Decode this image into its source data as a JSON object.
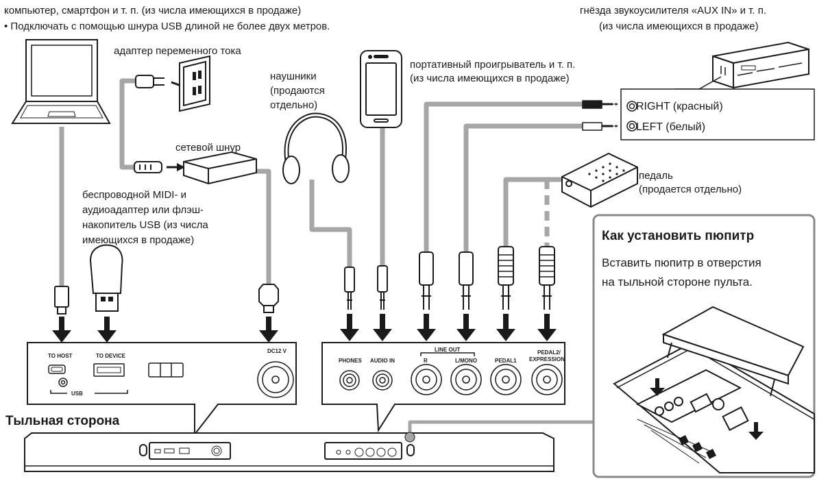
{
  "header": {
    "left_line1": "компьютер, смартфон и т. п. (из числа имеющихся в продаже)",
    "left_line2": "• Подключать с помощью шнура USB длиной не более двух метров.",
    "right_line1": "гнёзда звукоусилителя «AUX IN» и т. п.",
    "right_line2": "(из числа имеющихся в продаже)"
  },
  "labels": {
    "ac_adapter": "адаптер переменного тока",
    "power_cord": "сетевой шнур",
    "headphones": [
      "наушники",
      "(продаются",
      "отдельно)"
    ],
    "portable_player": [
      "портативный проигрыватель и т. п.",
      "(из числа имеющихся в продаже)"
    ],
    "wireless_adapter": [
      "беспроводной MIDI- и",
      "аудиоадаптер или флэш-",
      "накопитель USB (из числа",
      "имеющихся в продаже)"
    ],
    "pedal": [
      "педаль",
      "(продается отдельно)"
    ],
    "rca_right": "RIGHT (красный)",
    "rca_left": "LEFT (белый)",
    "rear_side": "Тыльная сторона"
  },
  "music_stand": {
    "title": "Как установить пюпитр",
    "line1": "Вставить пюпитр в отверстия",
    "line2": "на тыльной стороне пульта."
  },
  "left_panel": {
    "to_host": "TO HOST",
    "to_device": "TO DEVICE",
    "usb": "USB",
    "dc12v": "DC12 V"
  },
  "right_panel": {
    "phones": "PHONES",
    "audio_in": "AUDIO IN",
    "line_out": "LINE OUT",
    "r": "R",
    "l_mono": "L/MONO",
    "pedal1": "PEDAL1",
    "pedal2_line1": "PEDAL2/",
    "pedal2_line2": "EXPRESSION"
  },
  "colors": {
    "cable": "#a6a6a6",
    "line": "#1a1a1a",
    "panel_border": "#888888"
  }
}
